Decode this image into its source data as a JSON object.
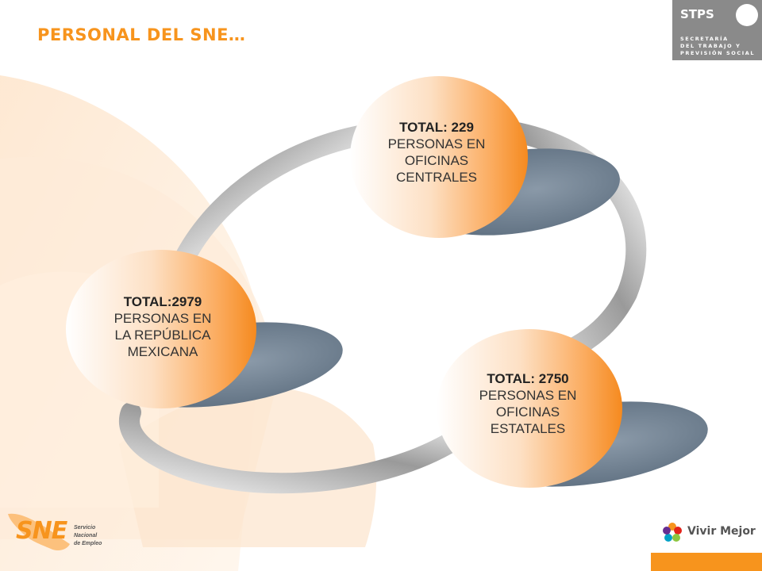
{
  "title": "PERSONAL DEL SNE…",
  "nodes": [
    {
      "total": "TOTAL:2979",
      "desc": "PERSONAS EN\nLA REPÚBLICA\nMEXICANA"
    },
    {
      "total": "TOTAL: 229",
      "desc": "PERSONAS EN\nOFICINAS\nCENTRALES"
    },
    {
      "total": "TOTAL: 2750",
      "desc": "PERSONAS EN\nOFICINAS\nESTATALES"
    }
  ],
  "logos": {
    "stps": {
      "brand": "STPS",
      "lines": [
        "SECRETARÍA",
        "DEL TRABAJO Y",
        "PREVISIÓN SOCIAL"
      ]
    },
    "sne": {
      "mark": "SNE",
      "lines": [
        "Servicio",
        "Nacional",
        "de Empleo"
      ]
    },
    "vivir": {
      "text": "Vivir Mejor"
    }
  },
  "colors": {
    "accent": "#f7941d",
    "shadow": "#6b7b8c",
    "ring": "#9a9a9a"
  }
}
